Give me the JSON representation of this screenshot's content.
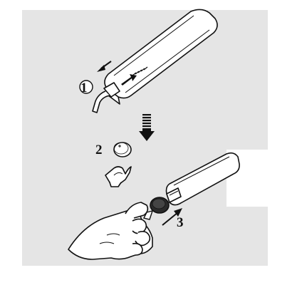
{
  "steps": [
    {
      "number": "1"
    },
    {
      "number": "2"
    },
    {
      "number": "3"
    }
  ],
  "colors": {
    "panel_background": "#e5e5e5",
    "outline": "#111111",
    "fill_white": "#ffffff",
    "battery_dark": "#2a2a2a"
  },
  "icons": [
    "remote-control-icon",
    "battery-holder-icon",
    "coin-battery-icon",
    "hand-icon",
    "arrow-icon"
  ]
}
